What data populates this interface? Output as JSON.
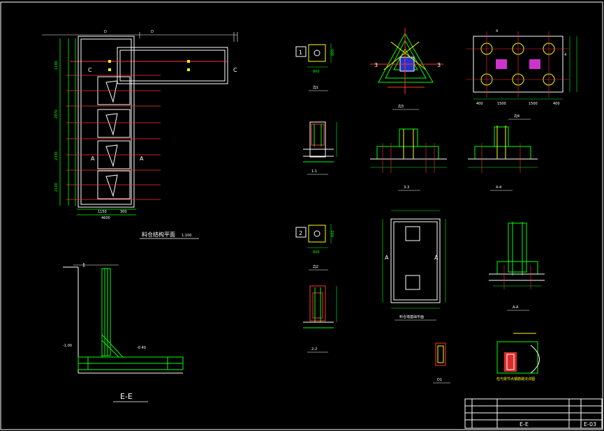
{
  "title_block": {
    "sheet_title_left": "E-E",
    "sheet_no": "E-03"
  },
  "plan": {
    "title": "料仓结构平面",
    "scale": "1:100",
    "cut_marks": [
      "C",
      "C",
      "A",
      "A",
      "D",
      "D"
    ],
    "dims_right": [
      "1190",
      "2970",
      "2330",
      "2100"
    ],
    "dims_bottom": [
      "1150",
      "300",
      "4600"
    ]
  },
  "section_ee": {
    "title": "E-E",
    "levels": [
      "-1.00",
      "-0.40"
    ]
  },
  "details": {
    "zj1": {
      "label": "ZJ1",
      "marker": "1",
      "dim_w": "800",
      "dim_h": "800"
    },
    "zj2": {
      "label": "ZJ2",
      "marker": "2",
      "dim_w": "600",
      "dim_h": "600"
    },
    "zj3": {
      "label": "ZJ3",
      "marks": [
        "3",
        "3"
      ]
    },
    "zj4": {
      "label": "ZJ4",
      "marks": [
        "4",
        "4"
      ],
      "dims": [
        "400",
        "1500",
        "1500",
        "400"
      ]
    },
    "sec11": {
      "label": "1-1"
    },
    "sec22": {
      "label": "2-2"
    },
    "sec33": {
      "label": "3-3"
    },
    "sec44": {
      "label": "4-4"
    },
    "secaa": {
      "label": "A-A"
    },
    "d1": {
      "label": "D1"
    },
    "column_plan": {
      "title": "料仓墙基础平面",
      "marks": [
        "A",
        "A"
      ]
    },
    "note_red": "柱与梁节点钢筋做法详图"
  }
}
